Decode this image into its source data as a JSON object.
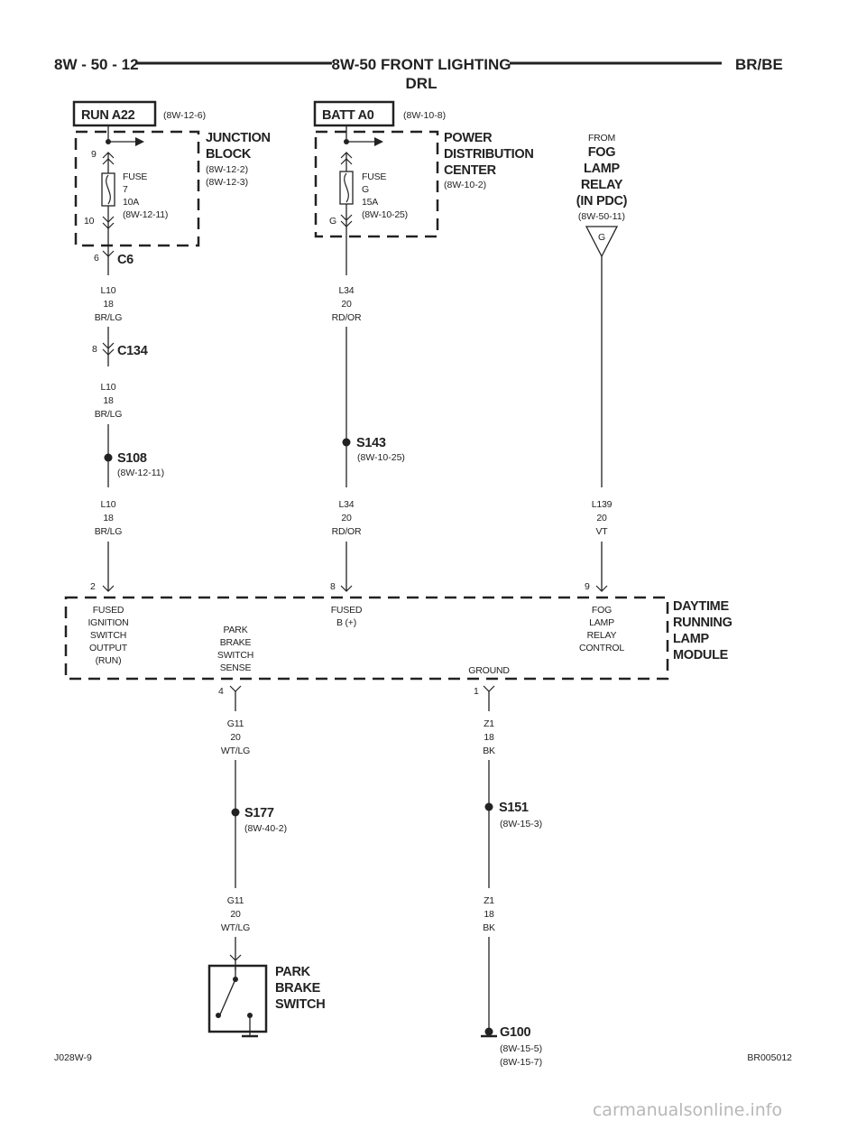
{
  "header": {
    "page_number": "8W - 50 - 12",
    "title_line1": "8W-50 FRONT LIGHTING",
    "title_line2": "DRL",
    "model": "BR/BE"
  },
  "sources": {
    "run": {
      "label": "RUN A22",
      "ref": "(8W-12-6)"
    },
    "batt": {
      "label": "BATT A0",
      "ref": "(8W-10-8)"
    }
  },
  "junction_block": {
    "name_lines": [
      "JUNCTION",
      "BLOCK"
    ],
    "refs": [
      "(8W-12-2)",
      "(8W-12-3)"
    ],
    "pin_in": "9",
    "pin_out": "10",
    "fuse_lines": [
      "FUSE",
      "7",
      "10A",
      "(8W-12-11)"
    ]
  },
  "pdc": {
    "name_lines": [
      "POWER",
      "DISTRIBUTION",
      "CENTER"
    ],
    "ref": "(8W-10-2)",
    "pin_out": "G",
    "fuse_lines": [
      "FUSE",
      "G",
      "15A",
      "(8W-10-25)"
    ]
  },
  "fog_relay": {
    "from_label": "FROM",
    "name_lines": [
      "FOG",
      "LAMP",
      "RELAY",
      "(IN PDC)"
    ],
    "ref": "(8W-50-11)",
    "terminal": "G"
  },
  "connectors": {
    "c6": {
      "pin": "6",
      "label": "C6"
    },
    "c134": {
      "pin": "8",
      "label": "C134"
    }
  },
  "wires": {
    "l10_a": [
      "L10",
      "18",
      "BR/LG"
    ],
    "l10_b": [
      "L10",
      "18",
      "BR/LG"
    ],
    "l10_c": [
      "L10",
      "18",
      "BR/LG"
    ],
    "l34_a": [
      "L34",
      "20",
      "RD/OR"
    ],
    "l34_b": [
      "L34",
      "20",
      "RD/OR"
    ],
    "l139": [
      "L139",
      "20",
      "VT"
    ],
    "g11_a": [
      "G11",
      "20",
      "WT/LG"
    ],
    "g11_b": [
      "G11",
      "20",
      "WT/LG"
    ],
    "z1_a": [
      "Z1",
      "18",
      "BK"
    ],
    "z1_b": [
      "Z1",
      "18",
      "BK"
    ]
  },
  "splices": {
    "s108": {
      "label": "S108",
      "ref": "(8W-12-11)"
    },
    "s143": {
      "label": "S143",
      "ref": "(8W-10-25)"
    },
    "s177": {
      "label": "S177",
      "ref": "(8W-40-2)"
    },
    "s151": {
      "label": "S151",
      "ref": "(8W-15-3)"
    }
  },
  "drl_module": {
    "name_lines": [
      "DAYTIME",
      "RUNNING",
      "LAMP",
      "MODULE"
    ],
    "pin2": "2",
    "pin8": "8",
    "pin9": "9",
    "pin4": "4",
    "pin1": "1",
    "pin2_label": [
      "FUSED",
      "IGNITION",
      "SWITCH",
      "OUTPUT",
      "(RUN)"
    ],
    "pin8_label": [
      "FUSED",
      "B (+)"
    ],
    "pin9_label": [
      "FOG",
      "LAMP",
      "RELAY",
      "CONTROL"
    ],
    "pin4_label": [
      "PARK",
      "BRAKE",
      "SWITCH",
      "SENSE"
    ],
    "pin1_label": "GROUND"
  },
  "park_brake_switch": {
    "name_lines": [
      "PARK",
      "BRAKE",
      "SWITCH"
    ]
  },
  "ground": {
    "label": "G100",
    "refs": [
      "(8W-15-5)",
      "(8W-15-7)"
    ]
  },
  "footer": {
    "left": "J028W-9",
    "right": "BR005012"
  },
  "watermark": "carmanualsonline.info"
}
